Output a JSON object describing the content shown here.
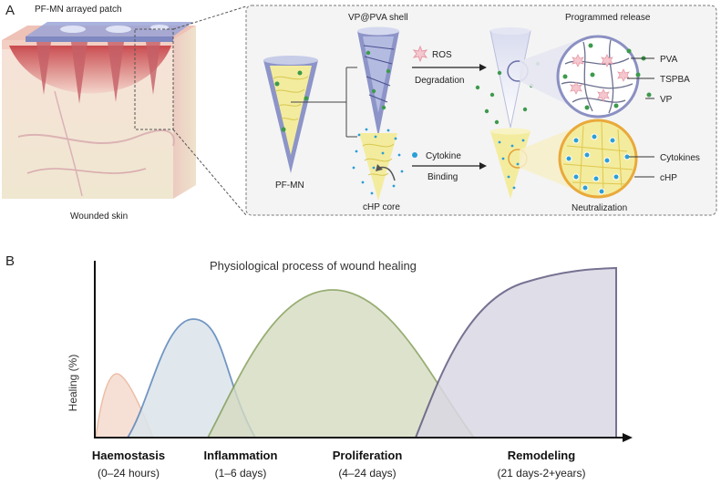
{
  "panel_a": {
    "letter": "A",
    "patch_label": "PF-MN arrayed patch",
    "skin_label": "Wounded skin",
    "pfmn_label": "PF-MN",
    "shell_label": "VP@PVA shell",
    "core_label": "cHP core",
    "ros_label": "ROS",
    "degradation_label": "Degradation",
    "cytokine_label": "Cytokine",
    "binding_label": "Binding",
    "programmed_label": "Programmed release",
    "neutralization_label": "Neutralization",
    "legend_top": [
      "PVA",
      "TSPBA",
      "VP"
    ],
    "legend_bottom": [
      "Cytokines",
      "cHP"
    ],
    "colors": {
      "shell": "#8c94c8",
      "core": "#f3ec9e",
      "vp": "#3d9a4c",
      "ros": "#e59aa6",
      "cytokine": "#2c9ed6",
      "skin_wound": "#cf4a4a"
    }
  },
  "panel_b": {
    "letter": "B",
    "title": "Physiological process of wound healing",
    "ylabel": "Healing (%)",
    "phases": [
      {
        "name": "Haemostasis",
        "range": "(0–24 hours)",
        "stroke": "#eab79e",
        "fill": "#f6ddd2"
      },
      {
        "name": "Inflammation",
        "range": "(1–6 days)",
        "stroke": "#5a84b9",
        "fill": "#dbe5ec"
      },
      {
        "name": "Proliferation",
        "range": "(4–24 days)",
        "stroke": "#7f9a52",
        "fill": "#d5dbc1"
      },
      {
        "name": "Remodeling",
        "range": "(21 days-2+years)",
        "stroke": "#5f5a7e",
        "fill": "#dad8e4"
      }
    ]
  }
}
